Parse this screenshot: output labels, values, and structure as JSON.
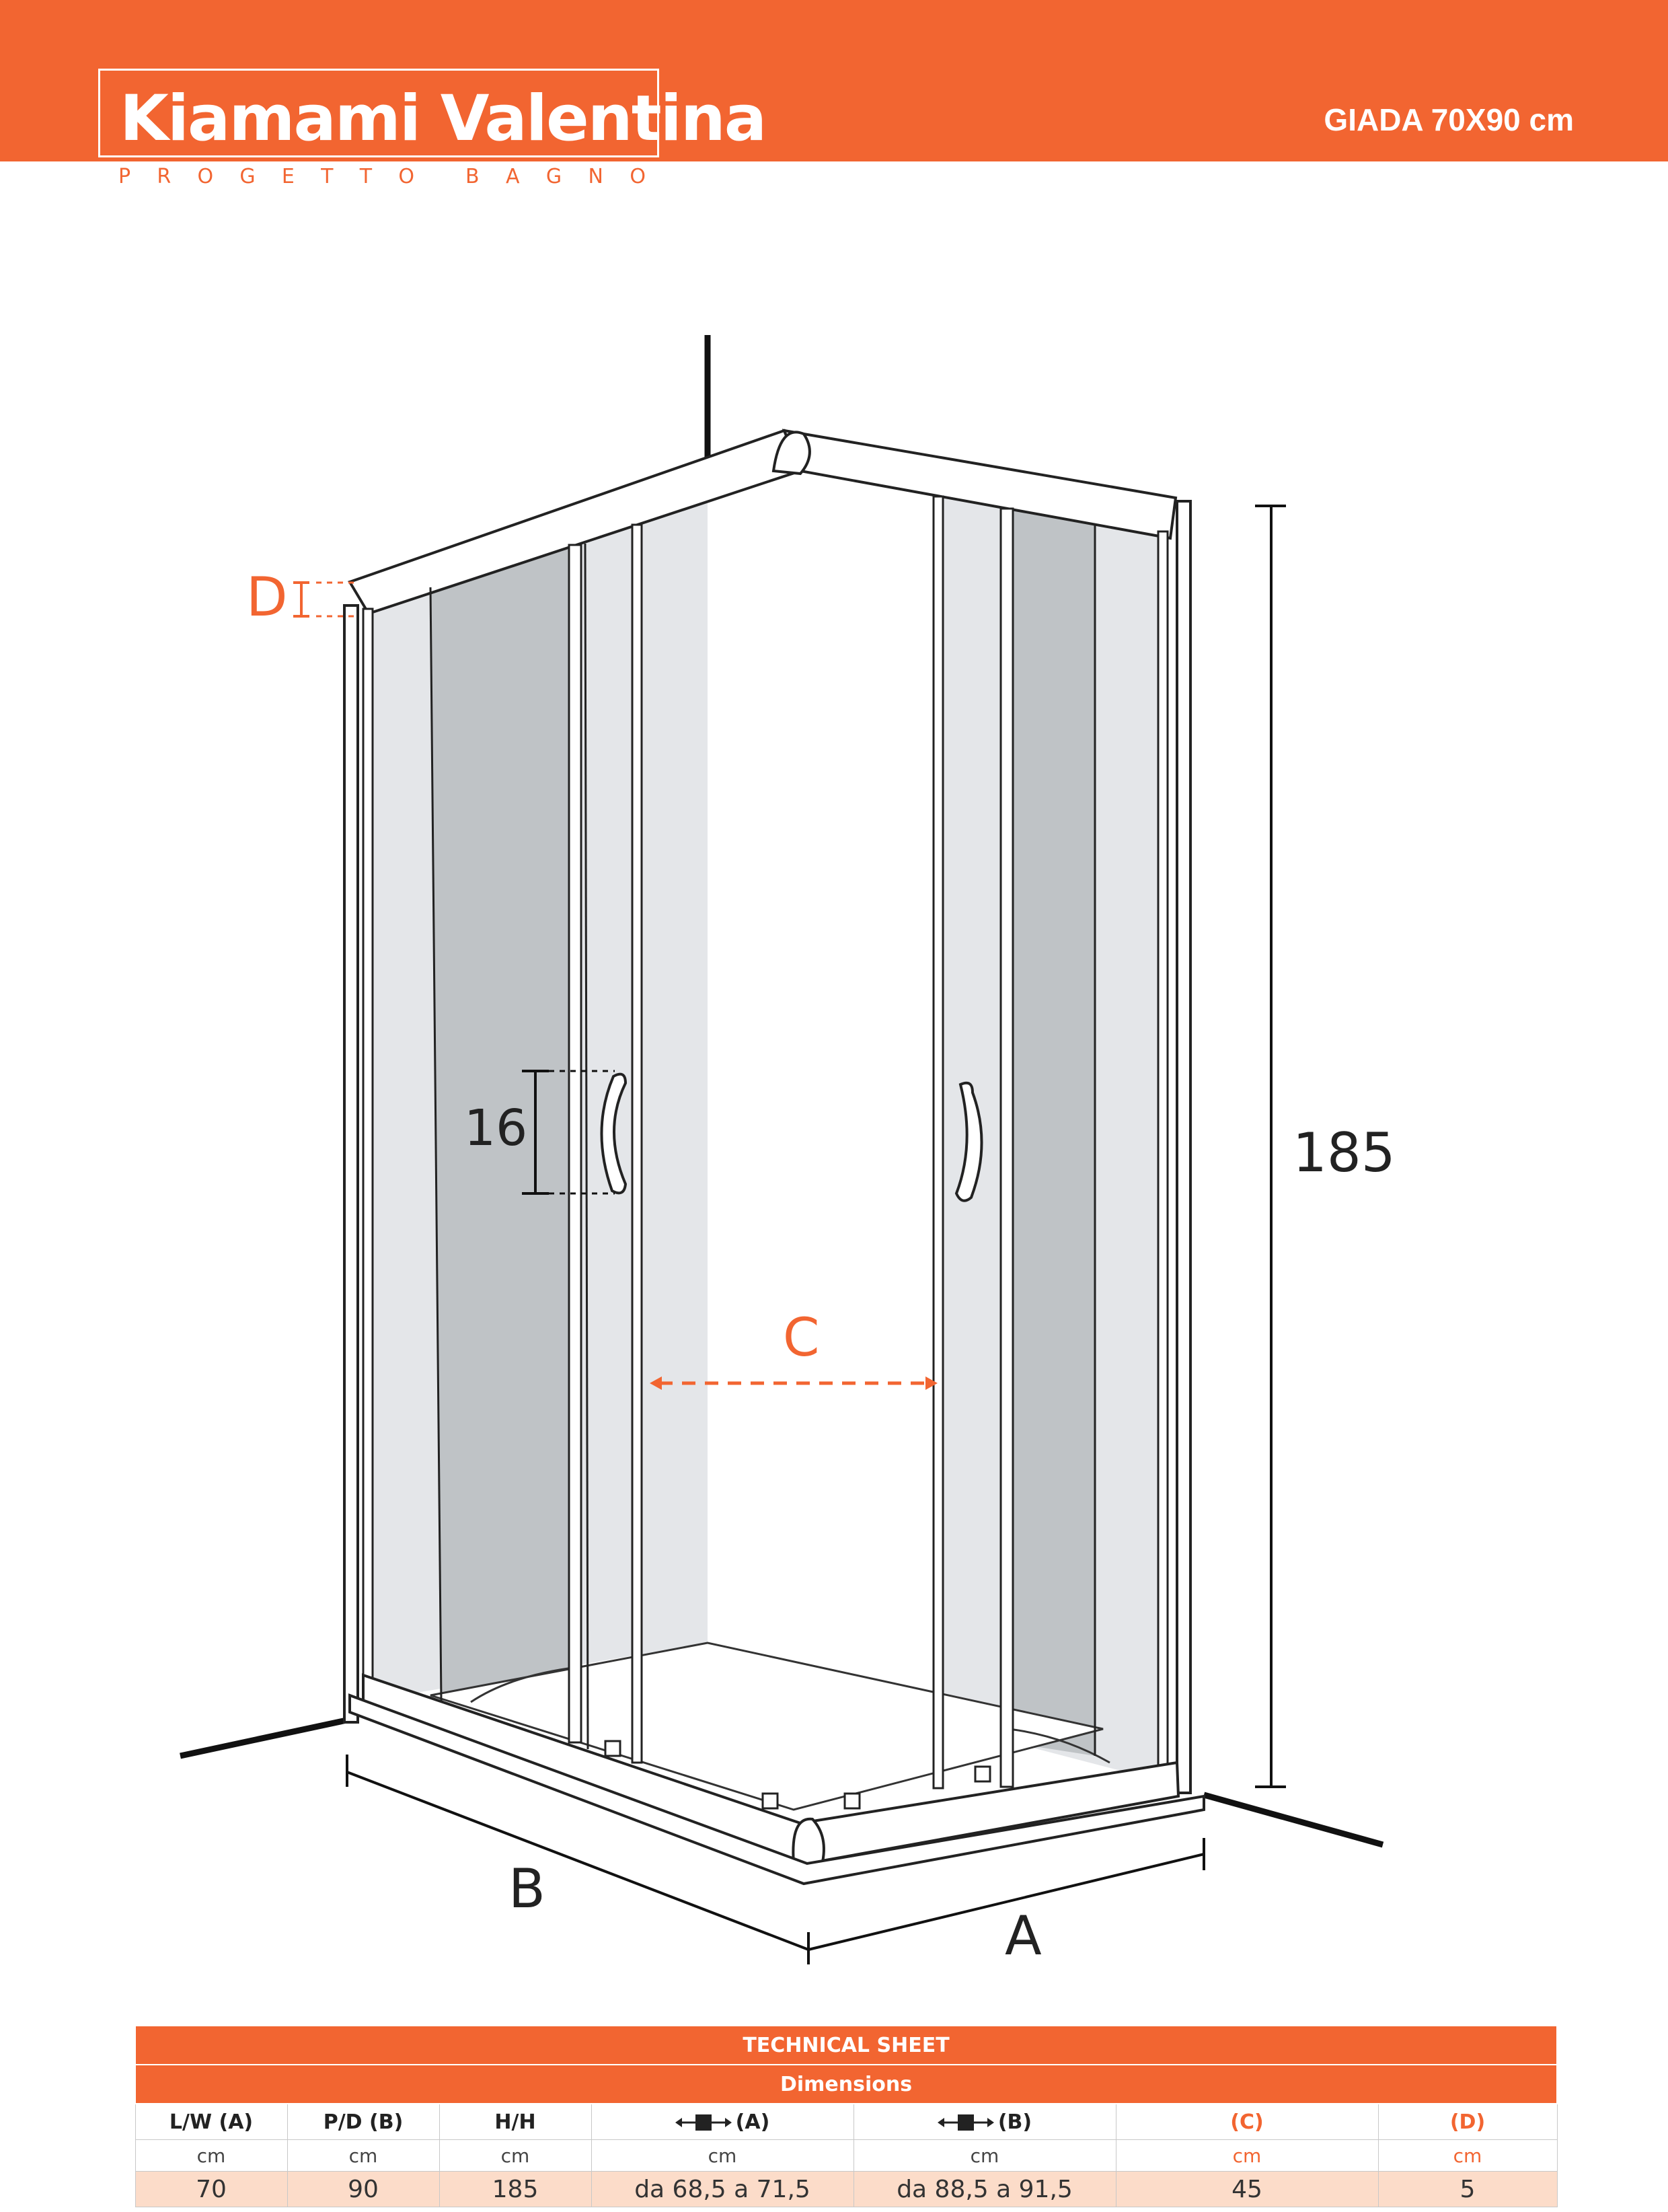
{
  "header": {
    "brand": "Kiamami Valentina",
    "tagline_word1": [
      "P",
      "R",
      "O",
      "G",
      "E",
      "T",
      "T",
      "O"
    ],
    "tagline_word2": [
      "B",
      "A",
      "G",
      "N",
      "O"
    ],
    "model": "GIADA 70X90 cm",
    "color": "#f26531"
  },
  "drawing": {
    "label_d": "D",
    "label_handle": "16",
    "label_c": "C",
    "label_height": "185",
    "label_b": "B",
    "label_a": "A",
    "icons": [
      "sliding-door-arrow-icon"
    ]
  },
  "sheet": {
    "title": "TECHNICAL SHEET",
    "subtitle": "Dimensions",
    "headers": [
      "L/W (A)",
      "P/D (B)",
      "H/H",
      "(A)",
      "(B)",
      "(C)",
      "(D)"
    ],
    "units": [
      "cm",
      "cm",
      "cm",
      "cm",
      "cm",
      "cm",
      "cm"
    ],
    "values": [
      "70",
      "90",
      "185",
      "da 68,5 a 71,5",
      "da 88,5 a 91,5",
      "45",
      "5"
    ]
  }
}
